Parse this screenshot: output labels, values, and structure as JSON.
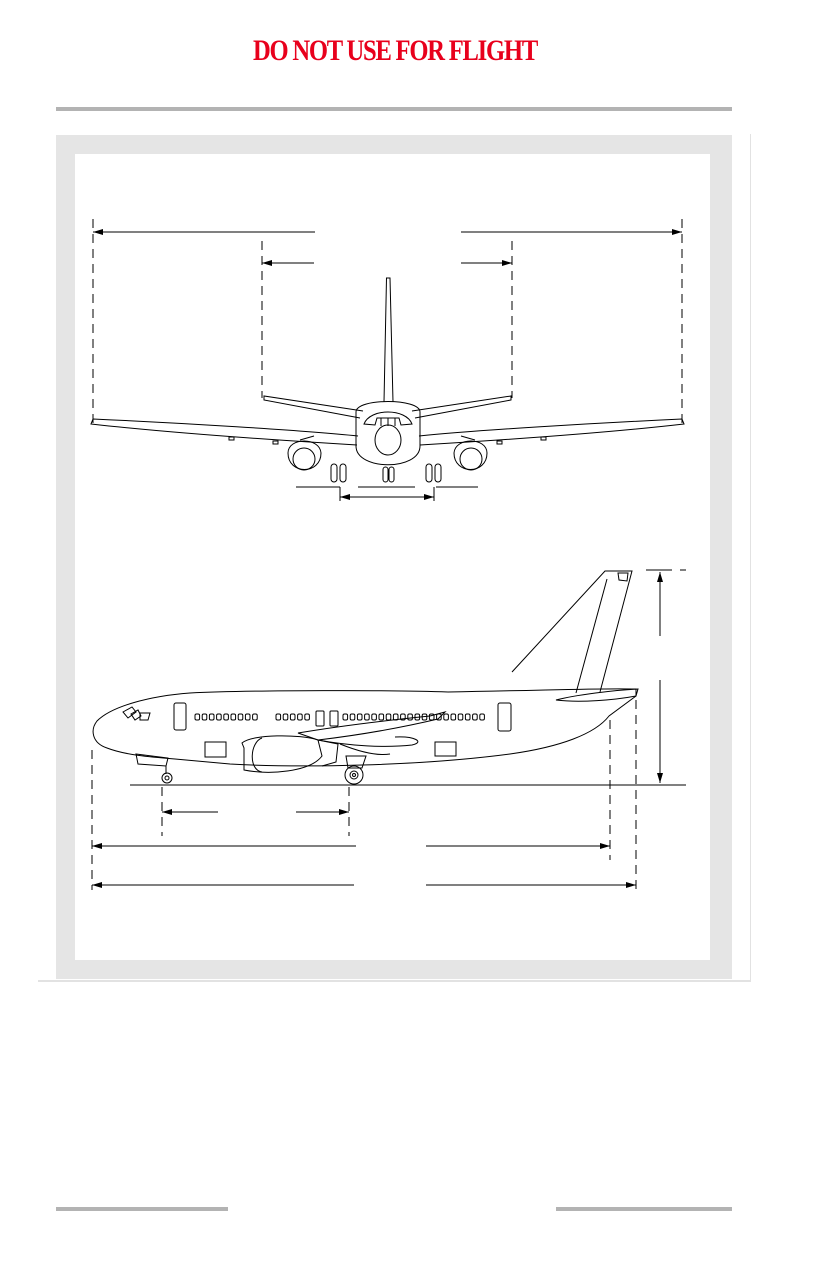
{
  "header": {
    "warning_text": "DO NOT USE FOR FLIGHT",
    "warning_color": "#e8001c"
  },
  "figure": {
    "subject": "airplane general dimensions",
    "views": [
      "front-view",
      "side-view"
    ]
  },
  "colors": {
    "rule": "#b3b3b3",
    "frame": "#e5e5e5",
    "line": "#000000"
  }
}
